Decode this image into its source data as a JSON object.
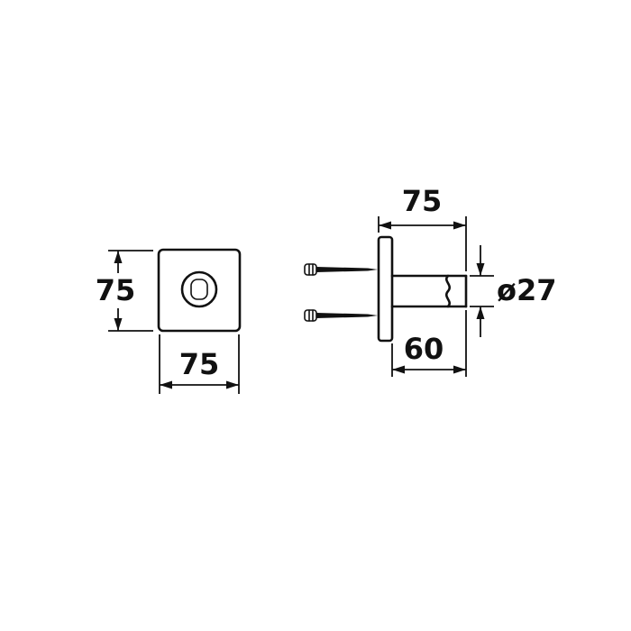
{
  "drawing": {
    "line_color": "#111111",
    "background": "#ffffff",
    "front_view": {
      "height_label": "75",
      "width_label": "75"
    },
    "side_view": {
      "top_width_label": "75",
      "diameter_label": "ø27",
      "depth_label": "60"
    }
  }
}
